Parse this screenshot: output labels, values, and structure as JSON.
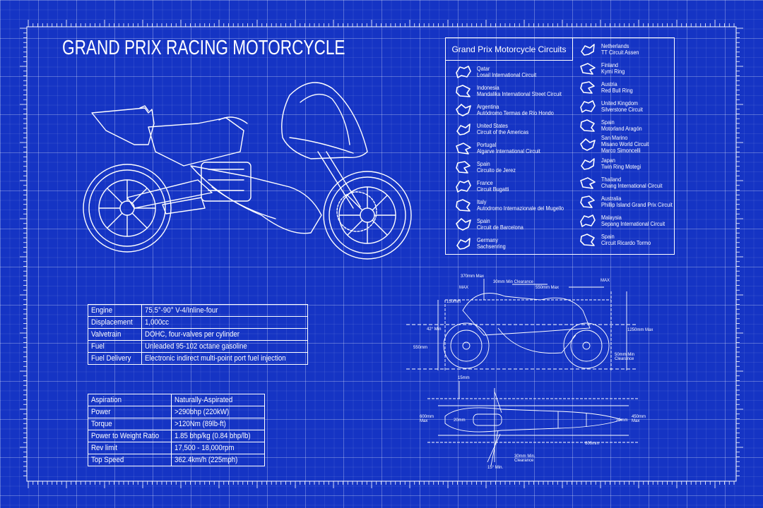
{
  "title": "GRAND PRIX RACING MOTORCYCLE",
  "colors": {
    "background": "#1534c4",
    "line": "#ffffff"
  },
  "circuits": {
    "heading": "Grand Prix Motorcycle Circuits",
    "left": [
      {
        "country": "Qatar",
        "circuit": "Losail International Circuit"
      },
      {
        "country": "Indonesia",
        "circuit": "Mandalika International Street Circuit"
      },
      {
        "country": "Argentina",
        "circuit": "Autódromo Termas de Río Hondo"
      },
      {
        "country": "United States",
        "circuit": "Circuit of the Americas"
      },
      {
        "country": "Portugal",
        "circuit": "Algarve International Circuit"
      },
      {
        "country": "Spain",
        "circuit": "Circuito de Jerez"
      },
      {
        "country": "France",
        "circuit": "Circuit Bugatti"
      },
      {
        "country": "Italy",
        "circuit": "Autodromo Internazionale del Mugello"
      },
      {
        "country": "Spain",
        "circuit": "Circuit de Barcelona"
      },
      {
        "country": "Germany",
        "circuit": "Sachsenring"
      }
    ],
    "right": [
      {
        "country": "Netherlands",
        "circuit": "TT Circuit Assen"
      },
      {
        "country": "Finland",
        "circuit": "Kymi Ring"
      },
      {
        "country": "Austria",
        "circuit": "Red Bull Ring"
      },
      {
        "country": "United Kingdom",
        "circuit": "Silverstone Circuit"
      },
      {
        "country": "Spain",
        "circuit": "Motorland Aragón"
      },
      {
        "country": "San Marino",
        "circuit": "Misano World Circuit\nMarco Simoncelli"
      },
      {
        "country": "Japan",
        "circuit": "Twin Ring Motegi"
      },
      {
        "country": "Thailand",
        "circuit": "Chang International Circuit"
      },
      {
        "country": "Australia",
        "circuit": "Phillip Island Grand Prix Circuit"
      },
      {
        "country": "Malaysia",
        "circuit": "Sepang International Circuit"
      },
      {
        "country": "Spain",
        "circuit": "Circuit Ricardo Tormo"
      }
    ]
  },
  "engine_specs": [
    {
      "label": "Engine",
      "value": "75.5°-90° V-4/Inline-four"
    },
    {
      "label": "Displacement",
      "value": "1,000cc"
    },
    {
      "label": "Valvetrain",
      "value": "DOHC, four-valves per cylinder"
    },
    {
      "label": "Fuel",
      "value": "Unleaded 95-102 octane gasoline"
    },
    {
      "label": "Fuel Delivery",
      "value": "Electronic indirect multi-point port fuel injection"
    }
  ],
  "performance_specs": [
    {
      "label": "Aspiration",
      "value": "Naturally-Aspirated"
    },
    {
      "label": "Power",
      "value": ">290bhp (220kW)"
    },
    {
      "label": "Torque",
      "value": ">120Nm (89lb-ft)"
    },
    {
      "label": "Power to Weight Ratio",
      "value": "1.85 bhp/kg (0.84 bhp/lb)"
    },
    {
      "label": "Rev limit",
      "value": "17,500 - 18,000rpm"
    },
    {
      "label": "Top Speed",
      "value": "362.4km/h (225mph)"
    }
  ],
  "dimensions": {
    "side": {
      "w370": "370mm Max",
      "clear30": "30mm Min Clearance",
      "w550": "550mm Max",
      "max_l": "MAX",
      "max_r": "MAX",
      "h150": "150mm",
      "deg42": "42° Min",
      "h550": "550mm",
      "h1250": "1250mm Max",
      "clear50": "50mm Min\nClearance"
    },
    "top": {
      "w15": "15mm",
      "w600": "600mm\nMax",
      "w20_l": "20mm",
      "w20_r": "20mm",
      "w450": "450mm\nMax",
      "l600": "600mm",
      "deg15": "15° Min.",
      "clear30": "30mm Min.\nClearance"
    }
  }
}
